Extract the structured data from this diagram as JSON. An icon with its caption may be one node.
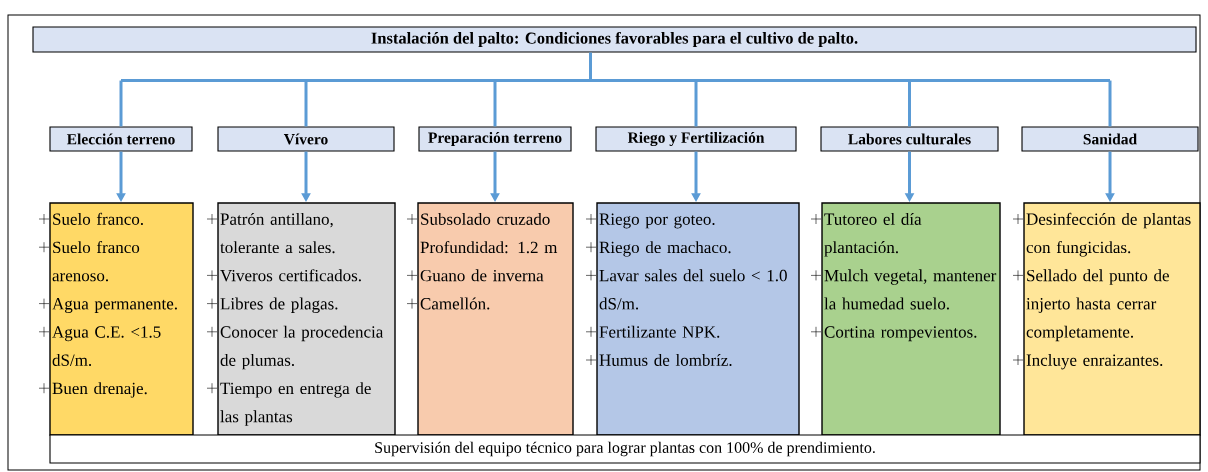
{
  "diagram": {
    "nodes": [
      {
        "text": [
          "Instalación del palto: Condiciones favorables para el cultivo de palto."
        ]
      },
      {
        "text": [
          "Elección terreno"
        ]
      },
      {
        "text": [
          "Vívero"
        ]
      },
      {
        "text": [
          "Preparación terreno"
        ]
      },
      {
        "text": [
          "Riego y Fertilización"
        ]
      },
      {
        "text": [
          "Labores culturales"
        ]
      },
      {
        "text": [
          "Sanidad"
        ]
      },
      {
        "text": [
          "Suelo franco.",
          "Suelo franco arenoso.",
          "Agua permanente.",
          "Agua C.E. <1.5 dS/m.",
          "Buen drenaje."
        ]
      },
      {
        "text": [
          "Patrón antillano, tolerante a sales.",
          "Viveros certificados.",
          "Libres de plagas.",
          "Conocer la procedencia de plumas.",
          "Tiempo en entrega de las plantas"
        ]
      },
      {
        "text": [
          "Subsolado cruzado Profundidad: 1.2 m",
          "Guano de inverna",
          "Camellón."
        ]
      },
      {
        "text": [
          "Riego por goteo.",
          "Riego de machaco.",
          "Lavar sales del suelo < 1.0 dS/m.",
          "Fertilizante NPK.",
          "Humus de lombríz."
        ]
      },
      {
        "text": [
          "Tutoreo el día plantación.",
          "Mulch vegetal, mantener la humedad suelo.",
          "Cortina rompevientos."
        ]
      },
      {
        "text": [
          "Desinfección de plantas con fungicidas.",
          "Sellado del punto de injerto hasta cerrar completamente.",
          "Incluye enraizantes."
        ]
      },
      {
        "text": [
          "Supervisión del equipo técnico para lograr plantas con 100% de prendimiento."
        ]
      }
    ],
    "edges": [
      {
        "from": 0,
        "to": 1,
        "arrow": "none"
      },
      {
        "from": 0,
        "to": 2,
        "arrow": "none"
      },
      {
        "from": 0,
        "to": 3,
        "arrow": "none"
      },
      {
        "from": 0,
        "to": 4,
        "arrow": "none"
      },
      {
        "from": 0,
        "to": 5,
        "arrow": "none"
      },
      {
        "from": 0,
        "to": 6,
        "arrow": "none"
      },
      {
        "from": 1,
        "to": 7,
        "arrow": "to"
      },
      {
        "from": 2,
        "to": 8,
        "arrow": "to"
      },
      {
        "from": 3,
        "to": 9,
        "arrow": "to"
      },
      {
        "from": 4,
        "to": 10,
        "arrow": "to"
      },
      {
        "from": 5,
        "to": 11,
        "arrow": "to"
      },
      {
        "from": 6,
        "to": 12,
        "arrow": "to"
      }
    ]
  }
}
